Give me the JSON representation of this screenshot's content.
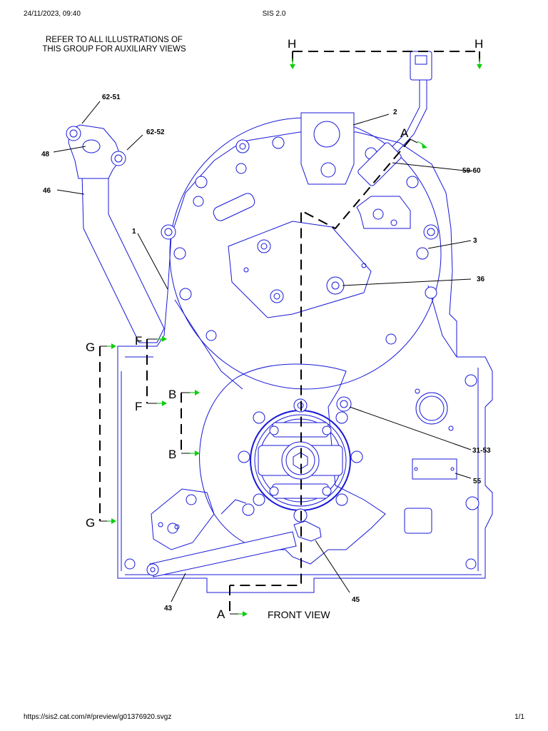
{
  "header": {
    "datetime": "24/11/2023, 09:40",
    "title": "SIS 2.0"
  },
  "footer": {
    "url": "https://sis2.cat.com/#/preview/g01376920.svgz",
    "page": "1/1"
  },
  "note": {
    "line1": "REFER TO ALL ILLUSTRATIONS OF",
    "line2": "THIS GROUP FOR AUXILIARY VIEWS"
  },
  "view_title": "FRONT VIEW",
  "callouts": {
    "c62_51": "62-51",
    "c62_52": "62-52",
    "c48": "48",
    "c46": "46",
    "c1": "1",
    "c2": "2",
    "c59_60": "59-60",
    "c3": "3",
    "c36": "36",
    "c31_53": "31-53",
    "c55": "55",
    "c45": "45",
    "c43": "43"
  },
  "view_letters": {
    "h_left": "H",
    "h_right": "H",
    "a_top": "A",
    "a_bottom": "A",
    "f_top": "F",
    "f_bottom": "F",
    "b_top": "B",
    "b_bottom": "B",
    "g_top": "G",
    "g_bottom": "G"
  },
  "colors": {
    "line": "#1818d8",
    "arrow": "#11cc11",
    "text": "#000000"
  }
}
